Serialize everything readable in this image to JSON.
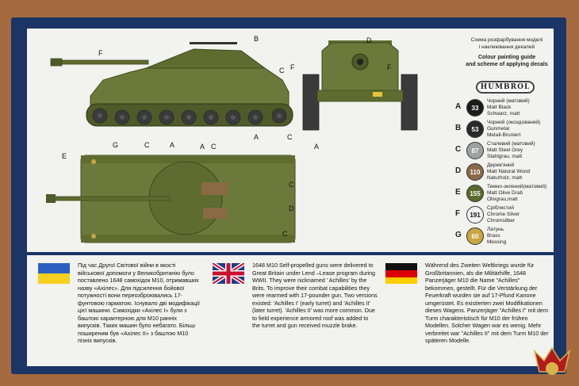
{
  "guide": {
    "title_ua_1": "Схема розфарбування моделі",
    "title_ua_2": "і наклеювання декалей",
    "title_en_1": "Colour painting guide",
    "title_en_2": "and scheme of applying decals",
    "brand": "HUMBROL"
  },
  "colors": [
    {
      "letter": "A",
      "code": "33",
      "hex": "#1c1c1c",
      "text_hex": "#ffffff",
      "ua": "Чорний (матовий)",
      "en": "Matt Black",
      "de": "Schwarz, matt"
    },
    {
      "letter": "B",
      "code": "53",
      "hex": "#2a2a2a",
      "text_hex": "#ffffff",
      "ua": "Чорний (оксидований)",
      "en": "Gunmetal",
      "de": "Metall-Bruniert"
    },
    {
      "letter": "C",
      "code": "87",
      "hex": "#9da1a2",
      "text_hex": "#ffffff",
      "ua": "Сталевий (матовий)",
      "en": "Matt Steel Grey",
      "de": "Stahlgrau, matt"
    },
    {
      "letter": "D",
      "code": "110",
      "hex": "#8a6a45",
      "text_hex": "#ffffff",
      "ua": "Дерев'яний",
      "en": "Matt Natural Wood",
      "de": "Naturholz, matt"
    },
    {
      "letter": "E",
      "code": "155",
      "hex": "#5a6b2e",
      "text_hex": "#ffffff",
      "ua": "Темно-зелений(матовий)",
      "en": "Matt Olive Drab",
      "de": "Olivgrau,matt"
    },
    {
      "letter": "F",
      "code": "191",
      "hex": "#f2f2f2",
      "text_hex": "#111111",
      "ua": "Сріблястий",
      "en": "Chrome Silver",
      "de": "Chromsilber"
    },
    {
      "letter": "G",
      "code": "60",
      "hex": "#c9a640",
      "text_hex": "#ffffff",
      "ua": "Латунь",
      "en": "Brass",
      "de": "Messing"
    }
  ],
  "callouts": {
    "side": [
      "F",
      "B",
      "C",
      "A",
      "C",
      "A"
    ],
    "front": [
      "D",
      "F",
      "F",
      "C",
      "A"
    ],
    "top": [
      "E",
      "G",
      "C",
      "A",
      "C",
      "D",
      "C"
    ]
  },
  "text": {
    "ua": "Під час Другої Світової війни в якості військової допомоги у Великобританію було поставлено 1648 самохідок M10, отримавших назву «Ахілес». Для підсилення бойової потужності вони переозброювались 17-фунтовою гарматою. Існувало дві модифікації цієї машини. Самохідки «Ахілес I» були з баштою характерною для M10 ранніх випусків. Таких машин було небагато. Більш поширеним був «Ахілес II» з баштою M10 пізніх випусків.",
    "en": "1648 M10 Self-propelled guns were delivered to Great Britain under Lend –Lease program during WWII. They were nicknamed ' Achilles' by the Brits. To improve their combat capabilities they were rearmed with 17-pounder gun. Two versions existed: 'Achilles I' (early turret) and 'Achilles II' (later turret). 'Achilles II' was more common. Due to field experience armored roof was added to the turret and gun received muzzle brake.",
    "de": "Während des Zweiten Weltkriegs wurde für Großbritannien, als die Militärhilfe, 1648 Panzerjäger M10 die Name \"Achilles\" bekommen, gestellt. Für die Verstärkung der Feuerkraft wurden sie auf 17-Pfund Kanone umgerüstet. Es existierten zwei Modifikationen dieses Wagens. Panzerjäger \"Achilles I\" mit dem Turm charakteristisch für M10 der frühen Modellen. Solcher Wagen war es wenig. Mehr verbreitet war \"Achilles II\" mit dem Turm M10 der späteren Modelle."
  },
  "palette": {
    "tank_green": "#6b7a3a",
    "tank_dark": "#4e5a28",
    "box_blue": "#1a3566",
    "background": "#a66a3f"
  }
}
